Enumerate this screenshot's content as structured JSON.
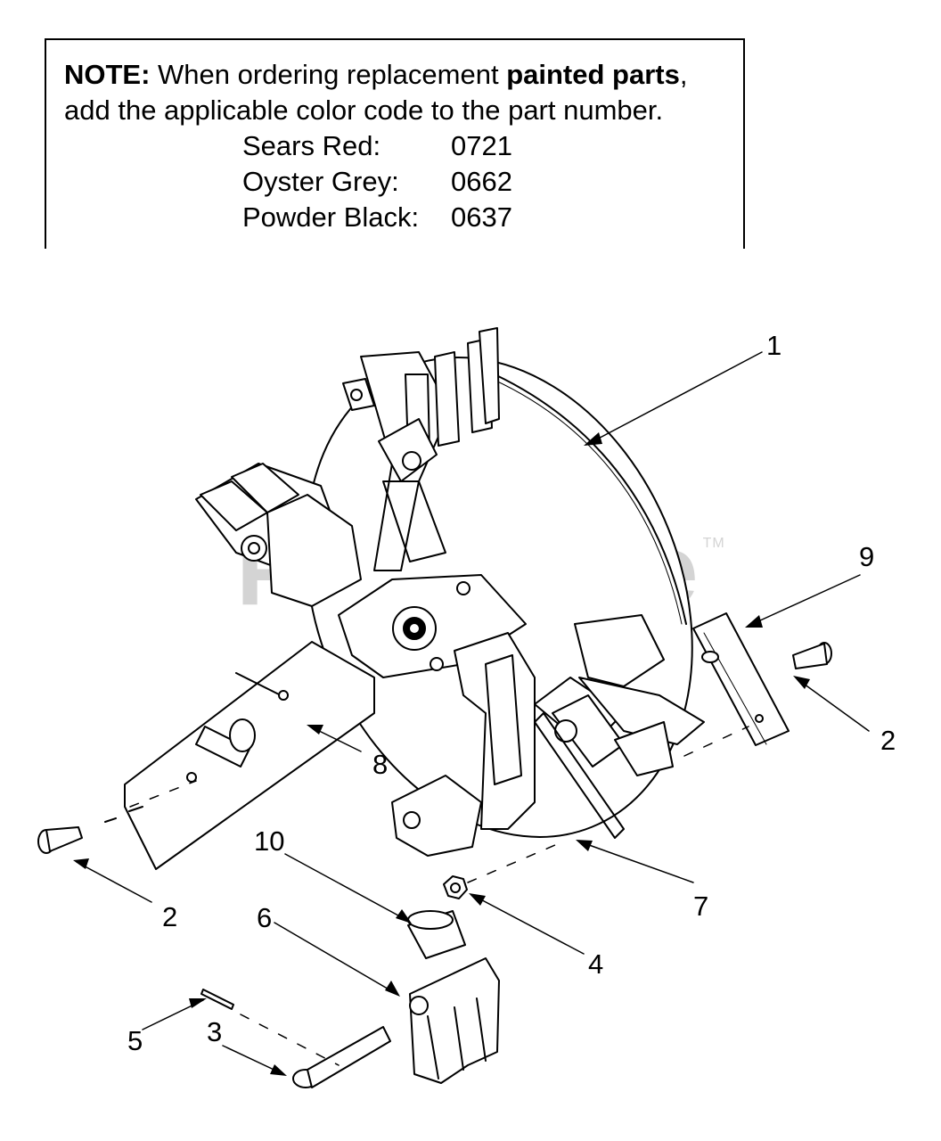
{
  "note": {
    "label": "NOTE:",
    "line1_a": " When ordering replacement ",
    "line1_b": "painted parts",
    "line1_c": ",",
    "line2": "add the applicable color code to the part number.",
    "colors": [
      {
        "name": "Sears Red:",
        "code": "0721"
      },
      {
        "name": "Oyster Grey:",
        "code": "0662"
      },
      {
        "name": "Powder Black:",
        "code": "0637"
      }
    ]
  },
  "watermark": {
    "text": "PartsTree",
    "tm": "TM"
  },
  "callouts": [
    "1",
    "9",
    "2",
    "8",
    "10",
    "6",
    "2",
    "7",
    "4",
    "5",
    "3"
  ]
}
